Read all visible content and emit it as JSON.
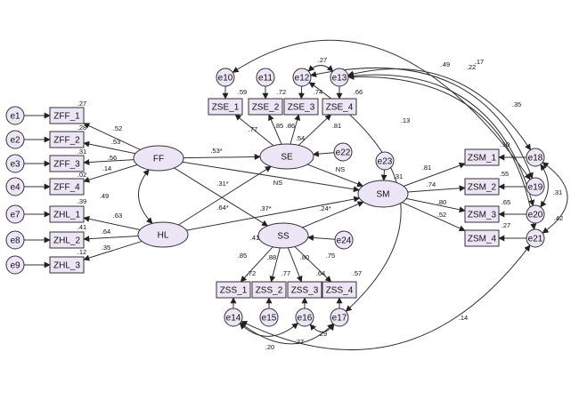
{
  "colors": {
    "node_fill": "#ece5f5",
    "stroke": "#333333",
    "text": "#111111"
  },
  "latents": [
    {
      "id": "FF",
      "label": "FF"
    },
    {
      "id": "HL",
      "label": "HL"
    },
    {
      "id": "SE",
      "label": "SE"
    },
    {
      "id": "SS",
      "label": "SS"
    },
    {
      "id": "SM",
      "label": "SM"
    }
  ],
  "indicators": [
    {
      "id": "ZFF_1",
      "label": "ZFF_1"
    },
    {
      "id": "ZFF_2",
      "label": "ZFF_2"
    },
    {
      "id": "ZFF_3",
      "label": "ZFF_3"
    },
    {
      "id": "ZFF_4",
      "label": "ZFF_4"
    },
    {
      "id": "ZHL_1",
      "label": "ZHL_1"
    },
    {
      "id": "ZHL_2",
      "label": "ZHL_2"
    },
    {
      "id": "ZHL_3",
      "label": "ZHL_3"
    },
    {
      "id": "ZSE_1",
      "label": "ZSE_1"
    },
    {
      "id": "ZSE_2",
      "label": "ZSE_2"
    },
    {
      "id": "ZSE_3",
      "label": "ZSE_3"
    },
    {
      "id": "ZSE_4",
      "label": "ZSE_4"
    },
    {
      "id": "ZSS_1",
      "label": "ZSS_1"
    },
    {
      "id": "ZSS_2",
      "label": "ZSS_2"
    },
    {
      "id": "ZSS_3",
      "label": "ZSS_3"
    },
    {
      "id": "ZSS_4",
      "label": "ZSS_4"
    },
    {
      "id": "ZSM_1",
      "label": "ZSM_1"
    },
    {
      "id": "ZSM_2",
      "label": "ZSM_2"
    },
    {
      "id": "ZSM_3",
      "label": "ZSM_3"
    },
    {
      "id": "ZSM_4",
      "label": "ZSM_4"
    }
  ],
  "errors": [
    {
      "id": "e1",
      "label": "e1"
    },
    {
      "id": "e2",
      "label": "e2"
    },
    {
      "id": "e3",
      "label": "e3"
    },
    {
      "id": "e4",
      "label": "e4"
    },
    {
      "id": "e7",
      "label": "e7"
    },
    {
      "id": "e8",
      "label": "e8"
    },
    {
      "id": "e9",
      "label": "e9"
    },
    {
      "id": "e10",
      "label": "e10"
    },
    {
      "id": "e11",
      "label": "e11"
    },
    {
      "id": "e12",
      "label": "e12"
    },
    {
      "id": "e13",
      "label": "e13"
    },
    {
      "id": "e14",
      "label": "e14"
    },
    {
      "id": "e15",
      "label": "e15"
    },
    {
      "id": "e16",
      "label": "e16"
    },
    {
      "id": "e17",
      "label": "e17"
    },
    {
      "id": "e18",
      "label": "e18"
    },
    {
      "id": "e19",
      "label": "e19"
    },
    {
      "id": "e20",
      "label": "e20"
    },
    {
      "id": "e21",
      "label": "e21"
    },
    {
      "id": "e22",
      "label": "e22"
    },
    {
      "id": "e23",
      "label": "e23"
    },
    {
      "id": "e24",
      "label": "e24"
    }
  ],
  "coefficients": [
    {
      "id": "r2-zff1",
      "text": ".27"
    },
    {
      "id": "r2-zff2",
      "text": ".28"
    },
    {
      "id": "r2-zff3",
      "text": ".31"
    },
    {
      "id": "r2-zff4",
      "text": ".02"
    },
    {
      "id": "load-ff-zff1",
      "text": ".52"
    },
    {
      "id": "load-ff-zff2",
      "text": ".53"
    },
    {
      "id": "load-ff-zff3",
      "text": ".56"
    },
    {
      "id": "load-ff-zff4",
      "text": ".14"
    },
    {
      "id": "cov-ff-hl",
      "text": ".49"
    },
    {
      "id": "r2-zhl1",
      "text": ".39"
    },
    {
      "id": "r2-zhl2",
      "text": ".41"
    },
    {
      "id": "r2-zhl3",
      "text": ".12"
    },
    {
      "id": "load-hl-zhl1",
      "text": ".63"
    },
    {
      "id": "load-hl-zhl2",
      "text": ".64"
    },
    {
      "id": "load-hl-zhl3",
      "text": ".35"
    },
    {
      "id": "r2-zse1",
      "text": ".59"
    },
    {
      "id": "r2-zse2",
      "text": ".72"
    },
    {
      "id": "r2-zse3",
      "text": ".74"
    },
    {
      "id": "r2-zse4",
      "text": ".66"
    },
    {
      "id": "load-se-zse1",
      "text": ".77"
    },
    {
      "id": "load-se-zse2",
      "text": ".85"
    },
    {
      "id": "load-se-zse3",
      "text": ".86"
    },
    {
      "id": "load-se-zse4",
      "text": ".81"
    },
    {
      "id": "r2-se",
      "text": ".54"
    },
    {
      "id": "path-ff-se",
      "text": ".53*"
    },
    {
      "id": "path-ff-ss",
      "text": ".31*"
    },
    {
      "id": "path-ff-sm",
      "text": "NS"
    },
    {
      "id": "path-se-sm",
      "text": "NS"
    },
    {
      "id": "path-hl-se",
      "text": ".64*"
    },
    {
      "id": "path-hl-sm",
      "text": ".37*"
    },
    {
      "id": "path-ss-sm",
      "text": ".24*"
    },
    {
      "id": "r2-ss",
      "text": ".41"
    },
    {
      "id": "r2-sm",
      "text": ".31"
    },
    {
      "id": "load-ss-zss1",
      "text": ".85"
    },
    {
      "id": "load-ss-zss2",
      "text": ".88"
    },
    {
      "id": "load-ss-zss3",
      "text": ".80"
    },
    {
      "id": "load-ss-zss4",
      "text": ".75"
    },
    {
      "id": "r2-zss1",
      "text": ".72"
    },
    {
      "id": "r2-zss2",
      "text": ".77"
    },
    {
      "id": "r2-zss3",
      "text": ".64"
    },
    {
      "id": "r2-zss4",
      "text": ".57"
    },
    {
      "id": "load-sm-zsm1",
      "text": ".81"
    },
    {
      "id": "load-sm-zsm2",
      "text": ".74"
    },
    {
      "id": "load-sm-zsm3",
      "text": ".80"
    },
    {
      "id": "load-sm-zsm4",
      "text": ".52"
    },
    {
      "id": "r2-zsm1",
      "text": ".10"
    },
    {
      "id": "r2-zsm2",
      "text": ".55"
    },
    {
      "id": "r2-zsm3",
      "text": ".65"
    },
    {
      "id": "r2-zsm4",
      "text": ".27"
    },
    {
      "id": "cov-e12-e13",
      "text": ".27"
    },
    {
      "id": "cov-e13-e18",
      "text": ".17"
    },
    {
      "id": "cov-e12-e19",
      "text": ".49"
    },
    {
      "id": "cov-e13-e20",
      "text": ".22"
    },
    {
      "id": "cov-e13-e21",
      "text": ".35"
    },
    {
      "id": "cov-e12-e17",
      "text": ".13"
    },
    {
      "id": "cov-e18-e20",
      "text": ".31"
    },
    {
      "id": "cov-e18-e21",
      "text": ".42"
    },
    {
      "id": "cov-e14-e21",
      "text": ".14"
    },
    {
      "id": "cov-e14-e16",
      "text": ".20"
    },
    {
      "id": "cov-e14-e17",
      "text": ".37"
    },
    {
      "id": "cov-e16-e17",
      "text": ".29"
    }
  ]
}
